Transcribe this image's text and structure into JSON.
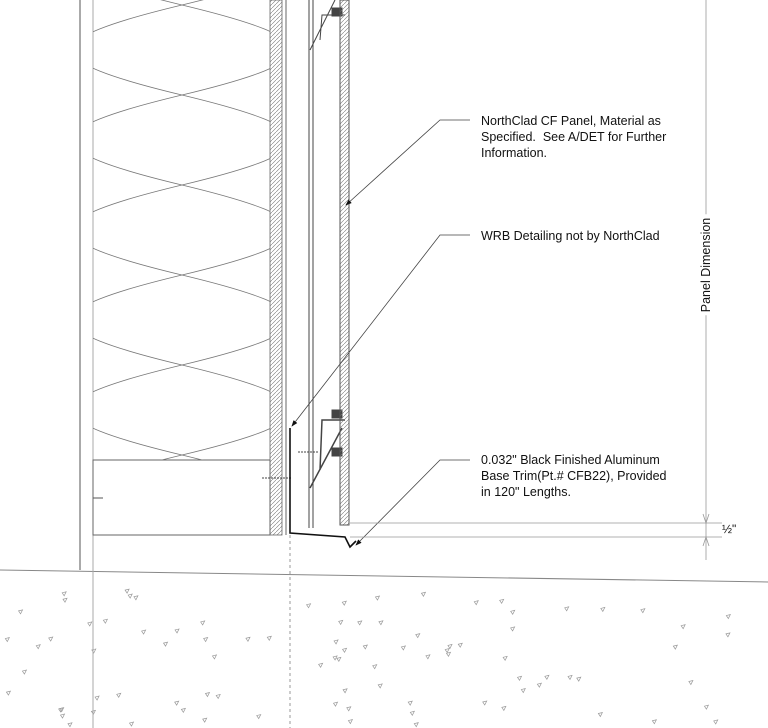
{
  "notes": {
    "panel": "NorthClad CF Panel, Material as\nSpecified.  See A/DET for Further\nInformation.",
    "wrb": "WRB Detailing not by NorthClad",
    "trim": "0.032\" Black Finished Aluminum\nBase Trim(Pt.# CFB22), Provided\nin 120\" Lengths."
  },
  "dimensions": {
    "panel": "Panel Dimension",
    "gap": "½\""
  }
}
